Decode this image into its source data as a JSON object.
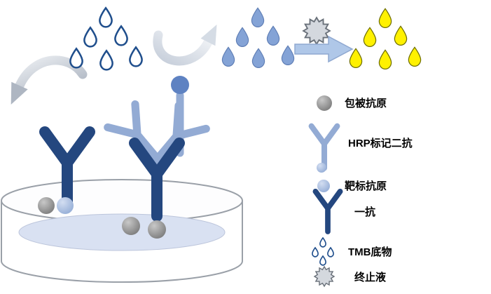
{
  "legend": {
    "items": [
      {
        "icon": "coated-antigen-ball",
        "label": "包被抗原"
      },
      {
        "icon": "hrp-secondary-antibody",
        "label": "HRP标记二抗"
      },
      {
        "icon": "target-antigen-ball",
        "label": "靶标抗原"
      },
      {
        "icon": "primary-antibody",
        "label": "一抗"
      },
      {
        "icon": "tmb-substrate-drops",
        "label": "TMB底物"
      },
      {
        "icon": "stop-solution-burst",
        "label": "终止液"
      }
    ]
  },
  "colors": {
    "primary_antibody_blue": "#24477F",
    "secondary_antibody_blue": "#93ABD4",
    "substrate_outline_blue": "#1F4E8C",
    "substrate_fill_blue": "#84A3D6",
    "product_yellow": "#FFF100",
    "antigen_gray": "#8C8C8C",
    "enzyme_ball_blue": "#5E82C2",
    "arrow_blue": "#AFC7E8",
    "arrow_gray": "#C3CAD4",
    "well_liquid_blue": "#D9E1F2"
  }
}
